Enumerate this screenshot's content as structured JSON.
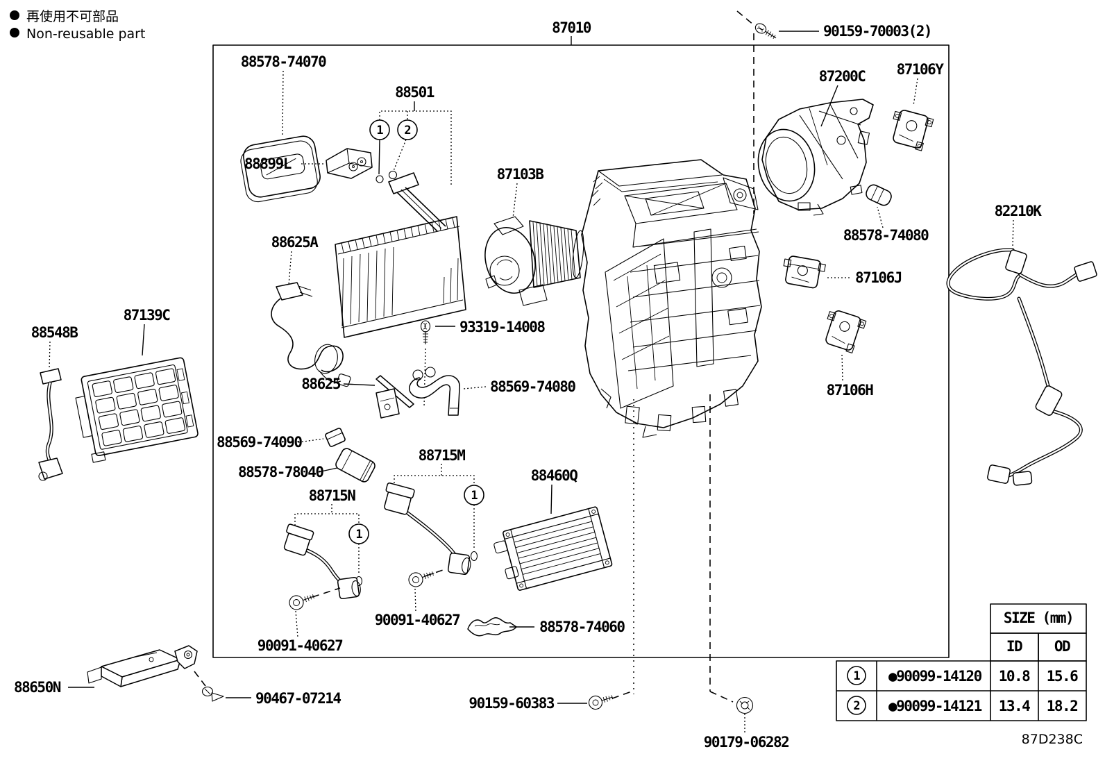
{
  "legend": {
    "bullet": "●",
    "jp": "再使用不可部品",
    "en": "Non-reusable part"
  },
  "assembly": {
    "number": "87010"
  },
  "diagram_code": "87D238C",
  "markers": {
    "one": "1",
    "two": "2"
  },
  "parts": {
    "p90159_70003": "90159-70003(2)",
    "p88578_74070": "88578-74070",
    "p88501": "88501",
    "p88899L": "88899L",
    "p87103B": "87103B",
    "p87200C": "87200C",
    "p87106Y": "87106Y",
    "p88578_74080": "88578-74080",
    "p82210K": "82210K",
    "p87106J": "87106J",
    "p87106H": "87106H",
    "p88625A": "88625A",
    "p87139C": "87139C",
    "p88548B": "88548B",
    "p93319_14008": "93319-14008",
    "p88625": "88625",
    "p88569_74080": "88569-74080",
    "p88569_74090": "88569-74090",
    "p88578_78040": "88578-78040",
    "p88715N": "88715N",
    "p88715M": "88715M",
    "p88460Q": "88460Q",
    "p90091_40627": "90091-40627",
    "p88578_74060": "88578-74060",
    "p88650N": "88650N",
    "p90467_07214": "90467-07214",
    "p90159_60383": "90159-60383",
    "p90179_06282": "90179-06282"
  },
  "size_table": {
    "title": "SIZE (mm)",
    "columns": {
      "id": "ID",
      "od": "OD"
    },
    "rows": [
      {
        "ref": "1",
        "part": "●90099-14120",
        "id": "10.8",
        "od": "15.6"
      },
      {
        "ref": "2",
        "part": "●90099-14121",
        "id": "13.4",
        "od": "18.2"
      }
    ]
  },
  "colors": {
    "line": "#000000",
    "background": "#ffffff"
  }
}
